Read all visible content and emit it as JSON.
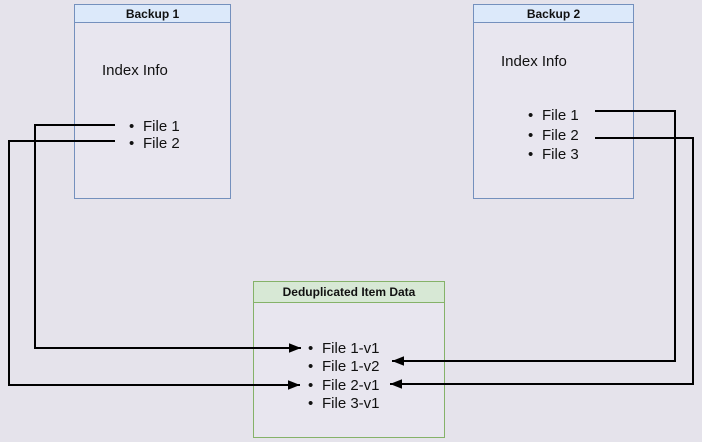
{
  "backup1": {
    "title": "Backup 1",
    "subtitle": "Index Info",
    "items": [
      "File 1",
      "File 2"
    ]
  },
  "backup2": {
    "title": "Backup 2",
    "subtitle": "Index Info",
    "items": [
      "File 1",
      "File 2",
      "File 3"
    ]
  },
  "dedup": {
    "title": "Deduplicated Item Data",
    "items": [
      "File 1-v1",
      "File 1-v2",
      "File 2-v1",
      "File 3-v1"
    ]
  },
  "connections": [
    {
      "from": "Backup 1 / File 1",
      "to": "File 1-v1"
    },
    {
      "from": "Backup 1 / File 2",
      "to": "File 2-v1"
    },
    {
      "from": "Backup 2 / File 1",
      "to": "File 1-v2"
    },
    {
      "from": "Backup 2 / File 2",
      "to": "File 2-v1"
    }
  ],
  "colors": {
    "bg": "#e5e3eb",
    "box_fill": "#e8e6ef",
    "blue_border": "#7490bd",
    "blue_fill": "#dce9fa",
    "green_border": "#85b269",
    "green_fill": "#d7e8d5",
    "arrow": "#000000"
  }
}
